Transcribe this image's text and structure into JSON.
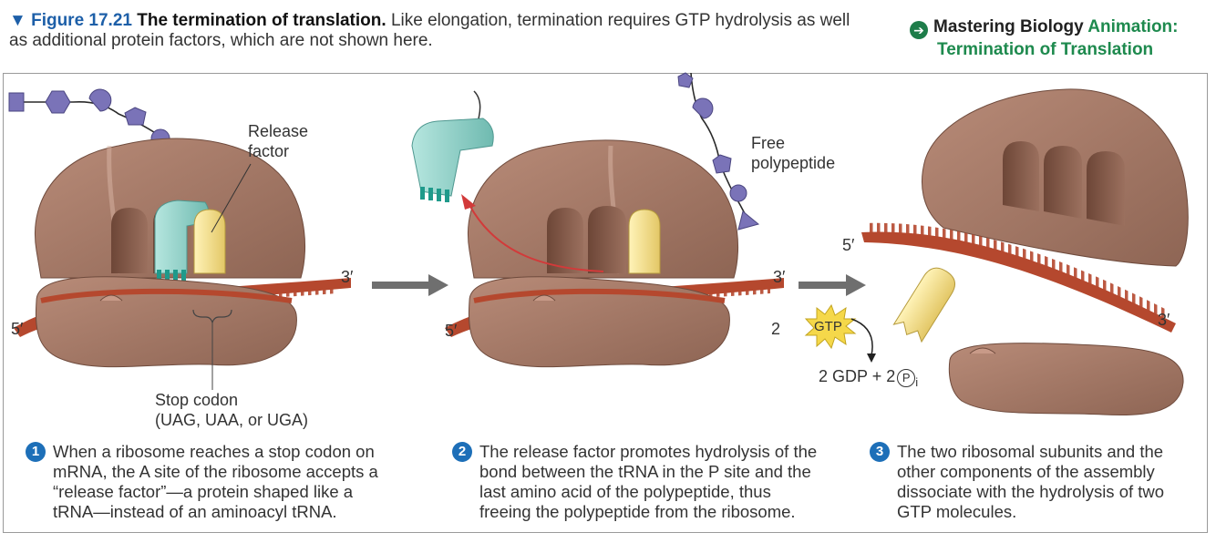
{
  "figure": {
    "number": "▼ Figure 17.21",
    "title": "The termination of translation.",
    "caption": "Like elongation, termination requires GTP hydrolysis as well as additional protein factors, which are not shown here."
  },
  "mastering": {
    "brand": "Mastering Biology",
    "kind": "Animation:",
    "title": "Termination of Translation"
  },
  "labels": {
    "release_factor": [
      "Release",
      "factor"
    ],
    "free_polypeptide": [
      "Free",
      "polypeptide"
    ],
    "stop_codon": [
      "Stop codon",
      "(UAG, UAA, or UGA)"
    ],
    "five_prime": "5′",
    "three_prime": "3′",
    "gtp_coeff": "2",
    "gtp": "GTP",
    "gdp_text": "2 GDP + 2",
    "pi_symbol": "P",
    "pi_sub": "i"
  },
  "steps": [
    {
      "num": "1",
      "text": [
        "When a ribosome reaches a stop codon on",
        "mRNA, the A site of the ribosome accepts a",
        "“release factor”—a protein shaped like a",
        "tRNA—instead of an aminoacyl tRNA."
      ]
    },
    {
      "num": "2",
      "text": [
        "The release factor promotes hydrolysis of the",
        "bond between the tRNA in the P site and the",
        "last amino acid of the polypeptide, thus",
        "freeing the polypeptide from the ribosome."
      ]
    },
    {
      "num": "3",
      "text": [
        "The two ribosomal subunits and the",
        "other components of the assembly",
        "dissociate with the hydrolysis of two",
        "GTP molecules."
      ]
    }
  ],
  "colors": {
    "ribosome": "#a47a68",
    "ribosome_dark": "#7e5546",
    "mrna": "#b5482e",
    "release_factor": "#8fd0c8",
    "trna_yellow": "#f0dc8c",
    "polypeptide": "#7a73b8",
    "gtp_burst": "#f5d84a",
    "arrow_gray": "#6f6f6f",
    "arrow_red": "#d23a3a"
  }
}
